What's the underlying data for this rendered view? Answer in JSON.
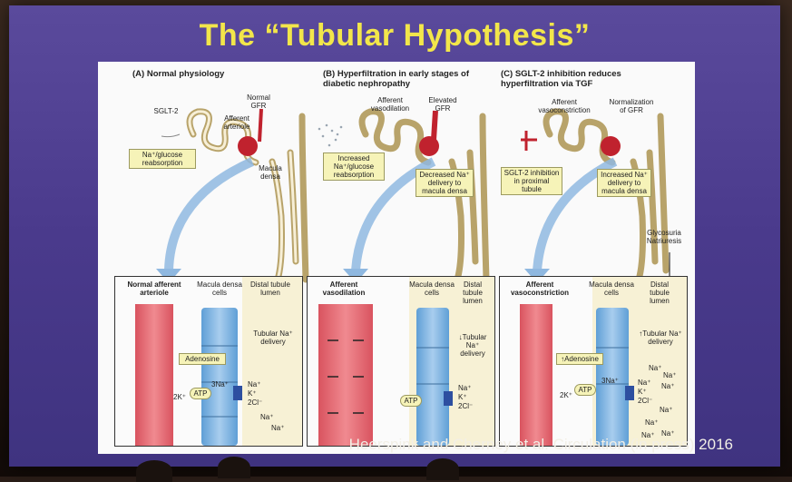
{
  "slide": {
    "title": "The “Tubular Hypothesis”",
    "citation": "Heerspink and Cherney et al. Circulation (in press) 2016"
  },
  "panels": [
    {
      "label": "(A) Normal physiology",
      "annotations": {
        "sglt2": "SGLT-2",
        "gfr": "Normal GFR",
        "afferent": "Afferent arteriole",
        "macula": "Macula densa"
      },
      "box": "Na⁺/glucose reabsorption",
      "zoom": {
        "vessel": "Normal afferent arteriole",
        "macula": "Macula densa cells",
        "distal": "Distal tubule lumen",
        "adenosine": "Adenosine",
        "tubular": "Tubular Na⁺ delivery",
        "atp": "ATP",
        "k": "2K⁺",
        "na3": "3Na⁺",
        "ions": [
          "Na⁺",
          "K⁺",
          "2Cl⁻"
        ],
        "na_lumen": [
          "Na⁺",
          "Na⁺"
        ]
      }
    },
    {
      "label": "(B) Hyperfiltration in early stages of diabetic nephropathy",
      "annotations": {
        "afferent": "Afferent vasodilation",
        "gfr": "Elevated GFR"
      },
      "box_left": "Increased Na⁺/glucose reabsorption",
      "box_right": "Decreased Na⁺ delivery to macula densa",
      "zoom": {
        "vessel": "Afferent vasodilation",
        "macula": "Macula densa cells",
        "distal": "Distal tubule lumen",
        "tubular": "↓Tubular Na⁺ delivery",
        "atp": "ATP",
        "ions": [
          "Na⁺",
          "K⁺",
          "2Cl⁻"
        ]
      }
    },
    {
      "label": "(C) SGLT-2 inhibition reduces hyperfiltration via TGF",
      "annotations": {
        "afferent": "Afferent vasoconstriction",
        "gfr": "Normalization of GFR",
        "glycosuria": "Glycosuria Natriuresis"
      },
      "box_left": "SGLT-2 inhibition in proximal tubule",
      "box_right": "Increased Na⁺ delivery to macula densa",
      "zoom": {
        "vessel": "Afferent vasoconstriction",
        "macula": "Macula densa cells",
        "distal": "Distal tubule lumen",
        "adenosine": "↑Adenosine",
        "tubular": "↑Tubular Na⁺ delivery",
        "atp": "ATP",
        "k": "2K⁺",
        "na3": "3Na⁺",
        "ions": [
          "Na⁺",
          "K⁺",
          "2Cl⁻"
        ],
        "na_lumen": [
          "Na⁺",
          "Na⁺",
          "Na⁺",
          "Na⁺",
          "Na⁺",
          "Na⁺",
          "Na⁺"
        ]
      }
    }
  ],
  "colors": {
    "title": "#f2e64a",
    "vessel": "#e9737a",
    "cells": "#7fb4e0",
    "lumen": "#f3e9b8",
    "box": "#f6f3b8",
    "arrow": "#7aa8d8"
  }
}
